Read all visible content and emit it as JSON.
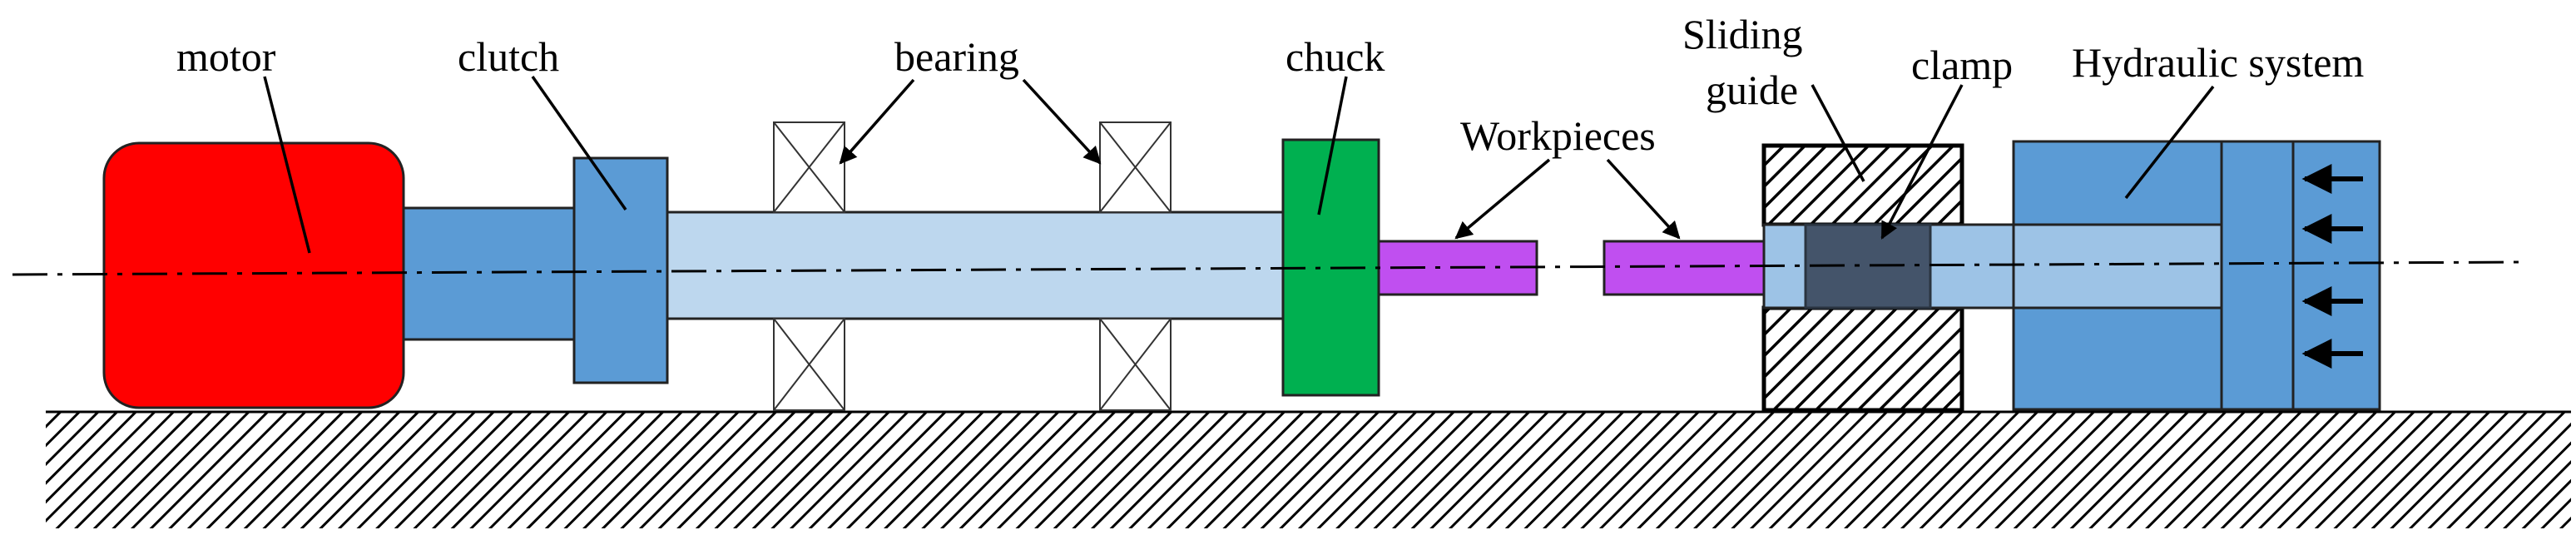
{
  "labels": {
    "motor": "motor",
    "clutch": "clutch",
    "bearing": "bearing",
    "chuck": "chuck",
    "workpieces": "Workpieces",
    "sliding_guide_line1": "Sliding",
    "sliding_guide_line2": "guide",
    "clamp": "clamp",
    "hydraulic_system": "Hydraulic system"
  },
  "colors": {
    "motor": "#ff0000",
    "clutch": "#5b9bd5",
    "shaft_dark": "#5b9bd5",
    "shaft_light": "#bdd7ee",
    "chuck": "#00b050",
    "workpiece": "#c04ff0",
    "clamp": "#44546a",
    "piston_rod": "#9dc3e6",
    "hydraulic": "#5b9bd5",
    "ground_hatch": "#000000"
  },
  "icons": {
    "bearing_symbol": "crossed-box-icon",
    "pressure_arrow": "arrow-left-icon"
  }
}
